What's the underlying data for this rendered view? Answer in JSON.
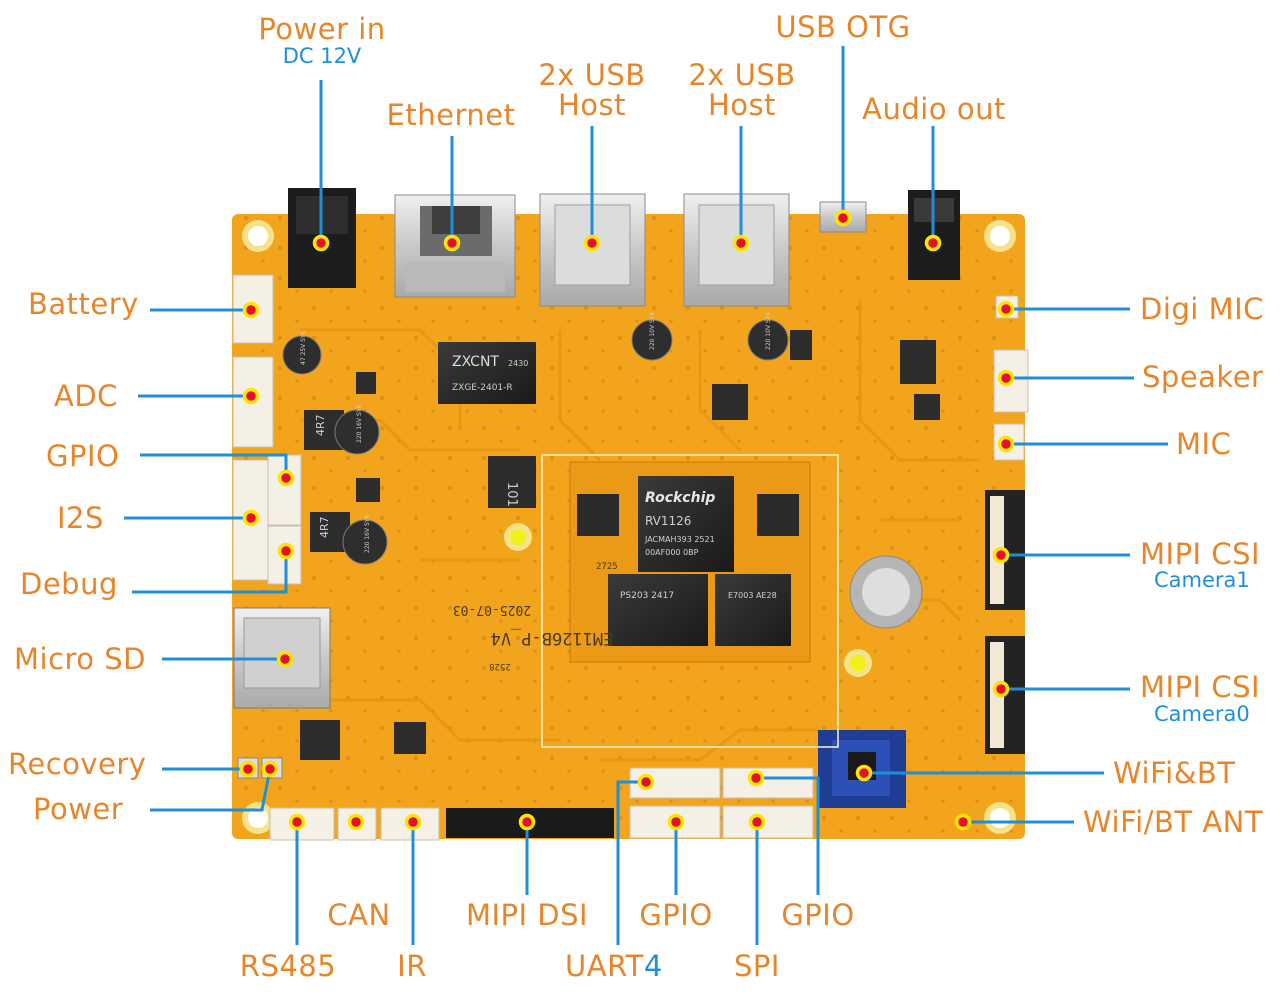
{
  "board": {
    "silkscreen_model": "EM1126B-P_V4",
    "silkscreen_date": "2025-07-03",
    "soc_brand": "Rockchip",
    "soc_model": "RV1126",
    "soc_code1": "JACMAH393 2521",
    "soc_code2": "00AF000 0BP",
    "eth_chip_top": "ZXCNT",
    "eth_chip_num": "2430",
    "eth_chip_bottom": "ZXGE-2401-R",
    "ram_chip": "PS203 2417",
    "flash_chip": "E7003 AE28",
    "inductor_1": "101",
    "inductor_2": "4R7",
    "inductor_3": "4R7",
    "cap_1": "220 10V SYK",
    "cap_2": "220 16V SYK",
    "cap_3": "220 16V SYK",
    "cap_4": "220 10V SYK",
    "cap_5": "47 25V SYK",
    "pcb_label_1": "2725",
    "pcb_label_2": "2528"
  },
  "labels": {
    "power_in": "Power in",
    "power_in_sub": "DC 12V",
    "ethernet": "Ethernet",
    "usb_host_1": "2x USB\nHost",
    "usb_host_2": "2x USB\nHost",
    "usb_otg": "USB OTG",
    "audio_out": "Audio out",
    "battery": "Battery",
    "adc": "ADC",
    "gpio_left": "GPIO",
    "i2s": "I2S",
    "debug": "Debug",
    "micro_sd": "Micro SD",
    "recovery": "Recovery",
    "power": "Power",
    "digi_mic": "Digi MIC",
    "speaker": "Speaker",
    "mic": "MIC",
    "mipi_csi_1": "MIPI CSI",
    "mipi_csi_1_sub": "Camera1",
    "mipi_csi_0": "MIPI CSI",
    "mipi_csi_0_sub": "Camera0",
    "wifi_bt": "WiFi&BT",
    "wifi_bt_ant": "WiFi/BT ANT",
    "can": "CAN",
    "mipi_dsi": "MIPI DSI",
    "gpio_bottom_1": "GPIO",
    "gpio_bottom_2": "GPIO",
    "rs485": "RS485",
    "ir": "IR",
    "uart": "UART",
    "uart_num": "4",
    "spi": "SPI"
  },
  "colors": {
    "label": "#e8852a",
    "sublabel": "#1f8fd8",
    "leader_line": "#1f8fd8",
    "marker_fill": "#e4102a",
    "marker_ring": "#ffe400",
    "pcb": "#f2a51c"
  }
}
